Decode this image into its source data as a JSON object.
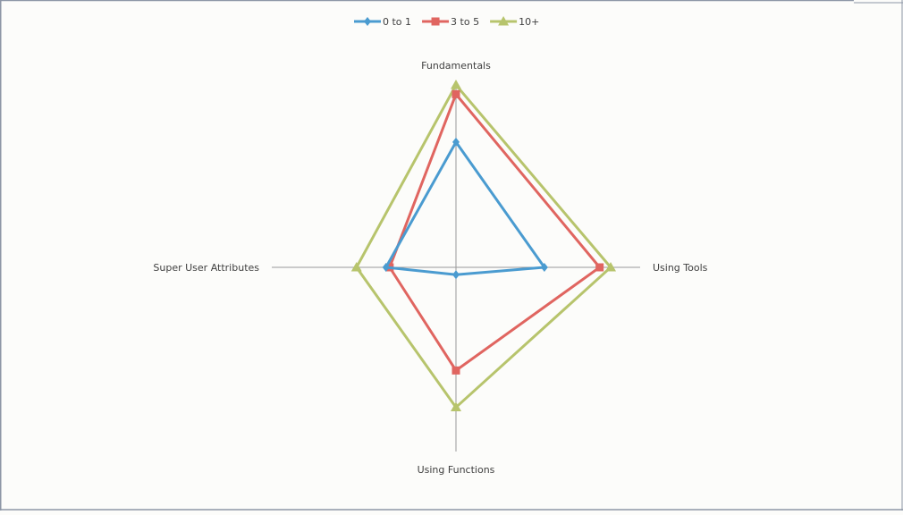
{
  "chart_data": {
    "type": "radar",
    "axes": [
      "Fundamentals",
      "Using Tools",
      "Using Functions",
      "Super User Attributes"
    ],
    "series": [
      {
        "name": "0 to 1",
        "values": [
          3.4,
          2.4,
          0.2,
          1.9
        ],
        "color": "#4a9bd0",
        "marker": "diamond"
      },
      {
        "name": "3 to 5",
        "values": [
          4.7,
          3.9,
          2.8,
          1.8
        ],
        "color": "#e06560",
        "marker": "square"
      },
      {
        "name": "10+",
        "values": [
          4.95,
          4.2,
          3.8,
          2.7
        ],
        "color": "#b7c46c",
        "marker": "triangle"
      }
    ],
    "range": [
      0,
      5
    ],
    "gridlines": false,
    "legend_position": "top"
  },
  "colors": {
    "axis_line": "#999999",
    "frame_border": "#8d96a6",
    "background": "#fcfcfa"
  }
}
